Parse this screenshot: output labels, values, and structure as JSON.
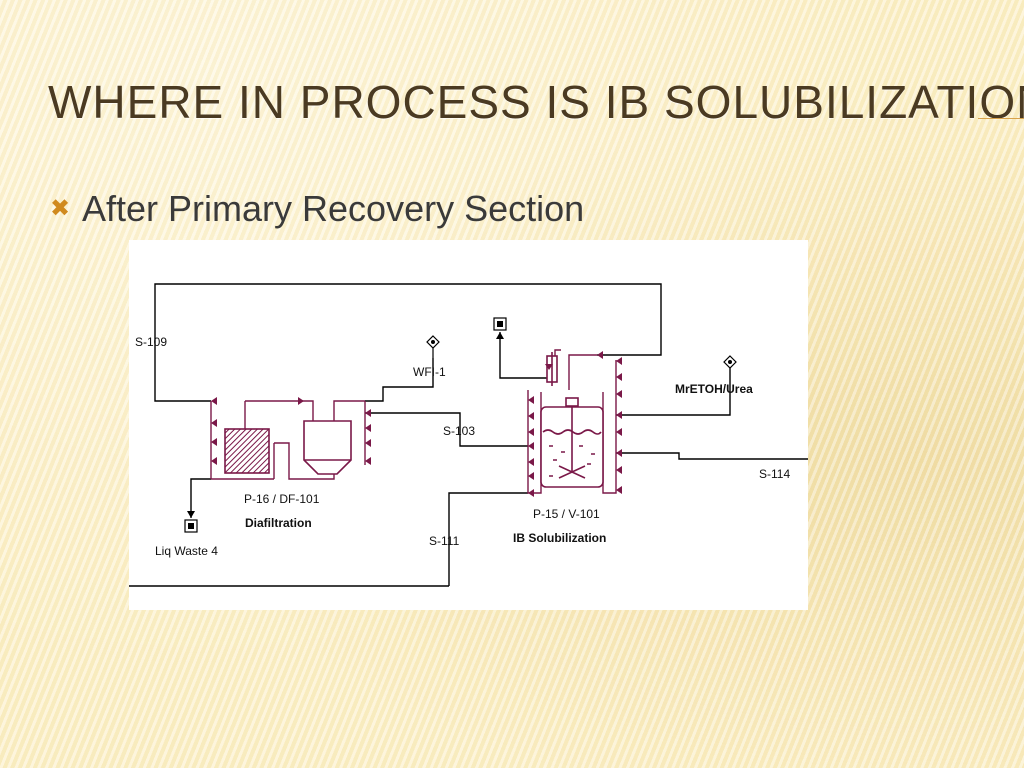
{
  "slide": {
    "title": "Where in Process is IB Solubilization",
    "bullet_icon": "x-mark-icon",
    "bullet": "After Primary Recovery Section"
  },
  "diagram": {
    "streams": {
      "s109": "S-109",
      "s103": "S-103",
      "s111": "S-111",
      "s114": "S-114"
    },
    "inputs": {
      "wfi": "WFI-1",
      "mretoh": "MrETOH/Urea"
    },
    "outputs": {
      "liq_waste": "Liq Waste 4"
    },
    "units": {
      "df_id": "P-16 / DF-101",
      "df_name": "Diafiltration",
      "v_id": "P-15 / V-101",
      "v_name": "IB Solubilization"
    },
    "colors": {
      "equipment": "#7a1848",
      "line": "#000000"
    }
  }
}
